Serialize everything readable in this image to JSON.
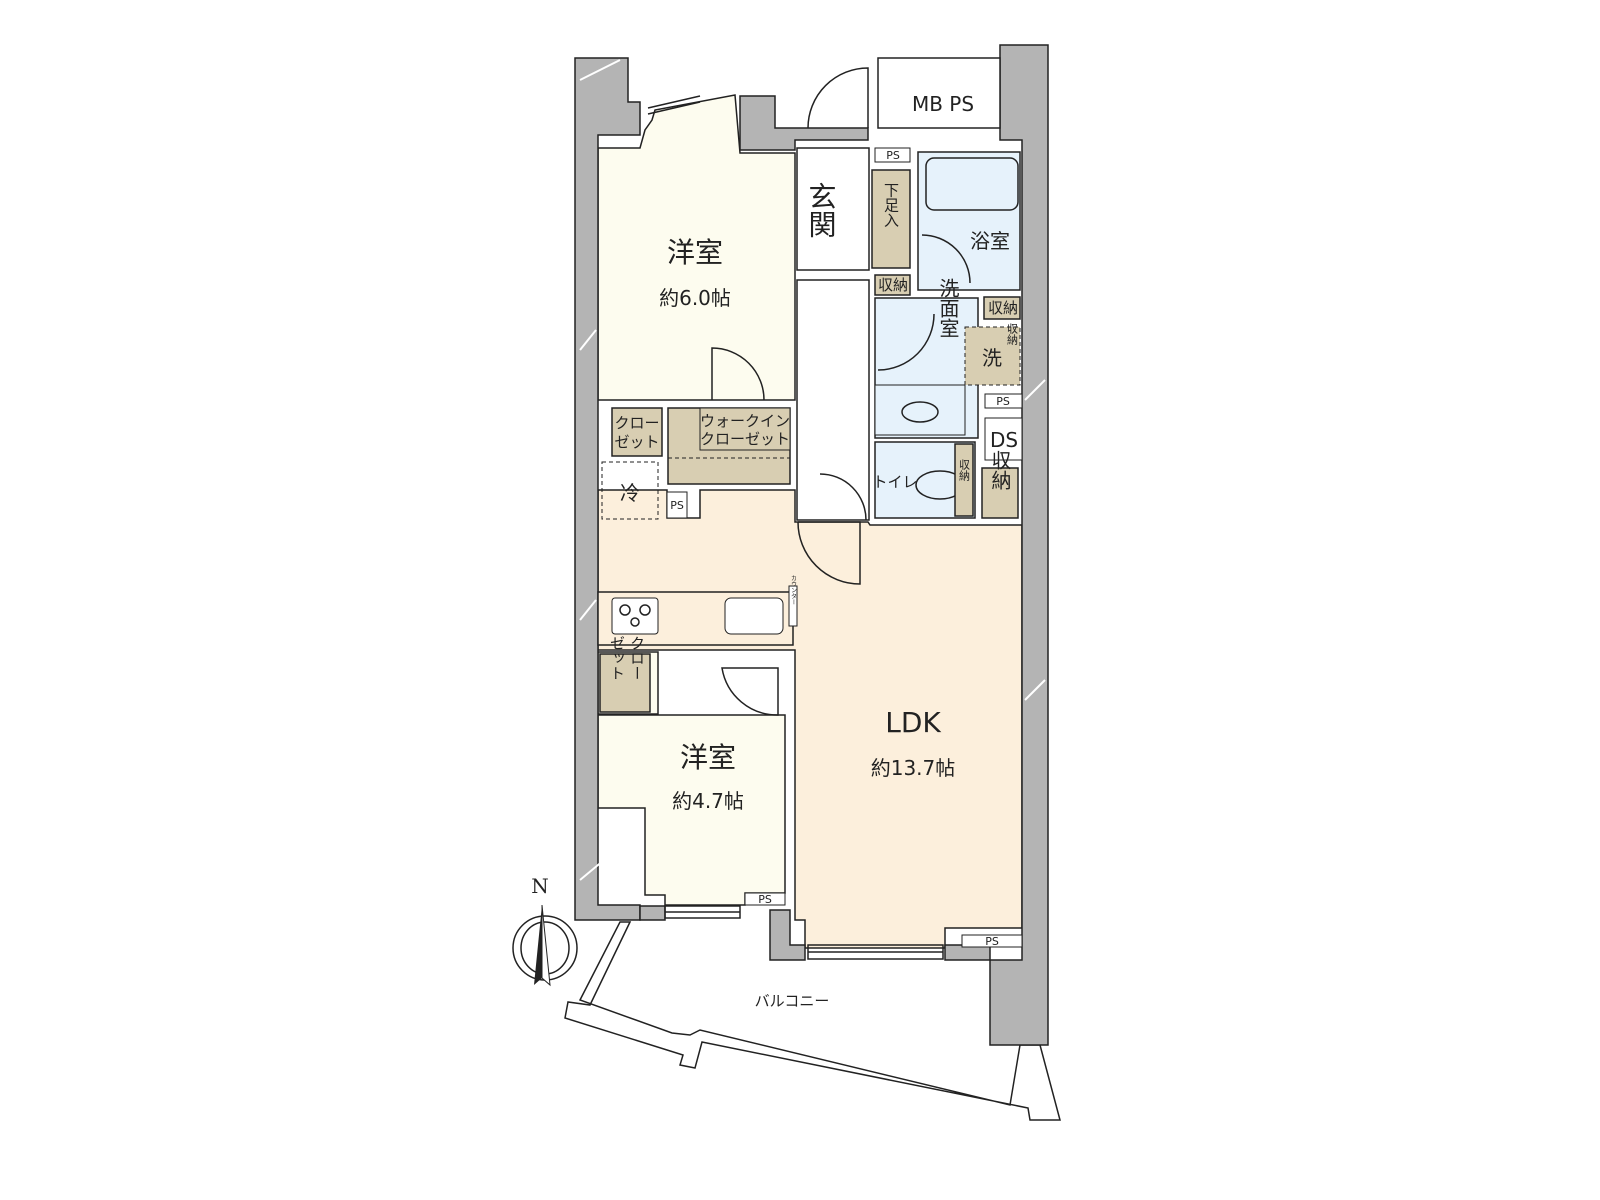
{
  "plan": {
    "rooms": {
      "western_room_1": {
        "name": "洋室",
        "size": "約6.0帖"
      },
      "western_room_2": {
        "name": "洋室",
        "size": "約4.7帖"
      },
      "ldk": {
        "name": "LDK",
        "size": "約13.7帖"
      },
      "entrance": "玄関",
      "shoe_storage": "下足入",
      "bathroom": "浴室",
      "washroom": "洗面室",
      "washer": "洗",
      "toilet": "トイレ",
      "balcony": "バルコニー"
    },
    "storage": {
      "closet_1_line1": "クロー",
      "closet_1_line2": "ゼット",
      "walk_in_line1": "ウォークイン",
      "walk_in_line2": "クローゼット",
      "closet_2_col1": "クロー",
      "closet_2_col2": "ゼット",
      "storage_label": "収納",
      "fridge": "冷",
      "counter": "カウンター"
    },
    "shafts": {
      "mb_ps": "MB PS",
      "ps": "PS",
      "ds": "DS"
    },
    "compass": "N"
  }
}
